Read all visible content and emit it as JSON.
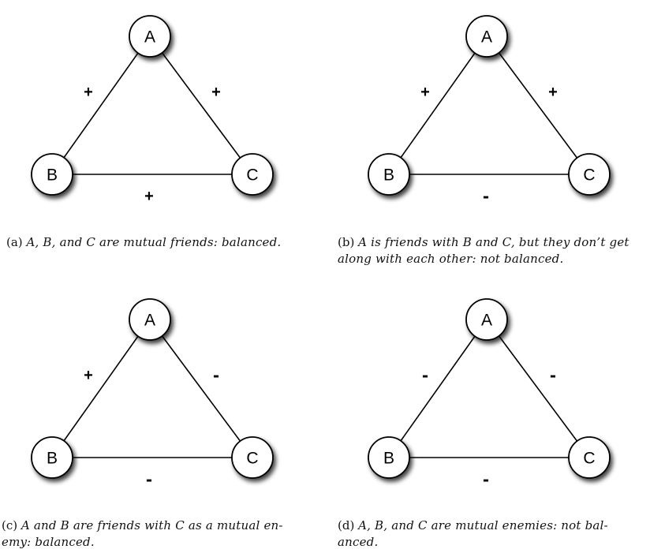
{
  "panels": [
    {
      "id": "a",
      "nodes": {
        "top": "A",
        "left": "B",
        "right": "C"
      },
      "signs": {
        "ab": "+",
        "ac": "+",
        "bc": "+"
      },
      "caption_tag": "(a)",
      "caption_line1": "A, B, and C are mutual friends: balanced.",
      "caption_line2": ""
    },
    {
      "id": "b",
      "nodes": {
        "top": "A",
        "left": "B",
        "right": "C"
      },
      "signs": {
        "ab": "+",
        "ac": "+",
        "bc": "-"
      },
      "caption_tag": "(b)",
      "caption_line1": "A is friends with B and C, but they don’t get",
      "caption_line2": "along with each other: not balanced."
    },
    {
      "id": "c",
      "nodes": {
        "top": "A",
        "left": "B",
        "right": "C"
      },
      "signs": {
        "ab": "+",
        "ac": "-",
        "bc": "-"
      },
      "caption_tag": "(c)",
      "caption_line1": "A and B are friends with C as a mutual en-",
      "caption_line2": "emy: balanced."
    },
    {
      "id": "d",
      "nodes": {
        "top": "A",
        "left": "B",
        "right": "C"
      },
      "signs": {
        "ab": "-",
        "ac": "-",
        "bc": "-"
      },
      "caption_tag": "(d)",
      "caption_line1": "A, B, and C are mutual enemies: not bal-",
      "caption_line2": "anced."
    }
  ]
}
